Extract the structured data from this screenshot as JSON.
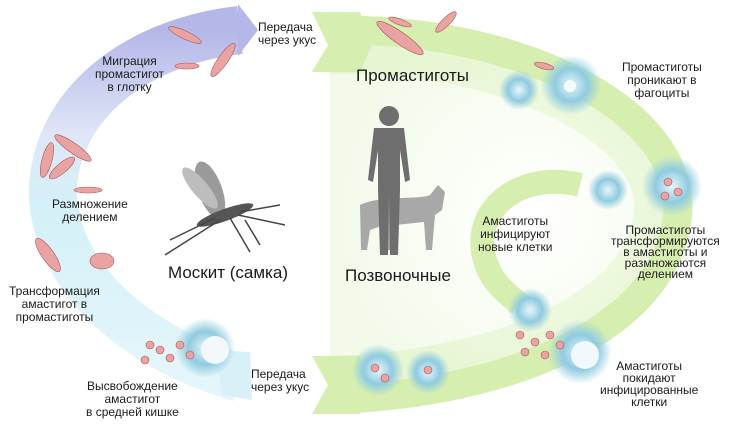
{
  "vector": {
    "title": "Москит (самка)",
    "steps": {
      "transmission_top": [
        "Передача",
        "через укус"
      ],
      "migration": [
        "Миграция",
        "промастигот",
        "в глотку"
      ],
      "division": [
        "Размножение",
        "делением"
      ],
      "transformation": [
        "Трансформация",
        "амастигот в",
        "промастиготы"
      ],
      "release": [
        "Высвобождение",
        "амастигот",
        "в средней кишке"
      ],
      "transmission_bottom": [
        "Передача",
        "через укус"
      ]
    }
  },
  "host": {
    "title": "Позвоночные",
    "promastigotes": "Промастиготы",
    "steps": {
      "phagocytosis": [
        "Промастиготы",
        "проникают в",
        "фагоциты"
      ],
      "transform_multiply": [
        "Промастиготы",
        "трансформируются",
        "в амастиготы и",
        "размножаются",
        "делением"
      ],
      "infect_new": [
        "Амастиготы",
        "инфицируют",
        "новые клетки"
      ],
      "leave_cells": [
        "Амастиготы",
        "покидают",
        "инфицированные",
        "клетки"
      ]
    }
  },
  "colors": {
    "green_arrow": "#d6efb0",
    "blue_arrow": "#d8f1f8",
    "purple_arrow": "#b3b6e6",
    "parasite": "#e9a3a3",
    "cell": "#7cc3dc",
    "silhouette": "#6e6e6e"
  }
}
